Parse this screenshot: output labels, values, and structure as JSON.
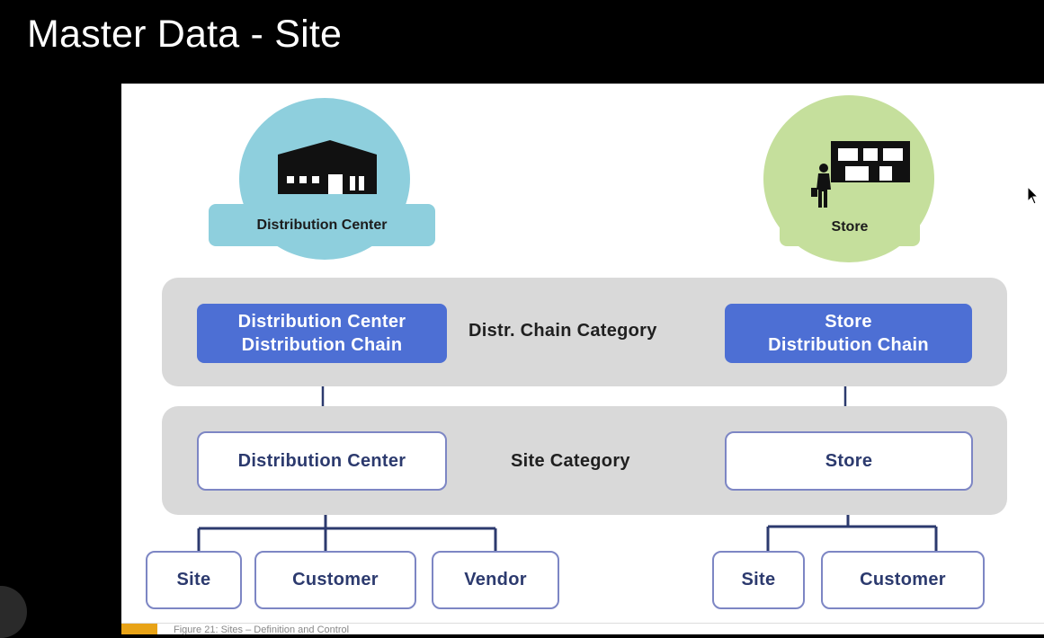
{
  "header": {
    "title": "Master Data - Site"
  },
  "diagram": {
    "top_icons": {
      "distribution_center": {
        "label": "Distribution Center",
        "color": "#8ecfdd"
      },
      "store": {
        "label": "Store",
        "color": "#c5df9c"
      }
    },
    "chain_band": {
      "label": "Distr. Chain Category",
      "left_line1": "Distribution Center",
      "left_line2": "Distribution Chain",
      "right_line1": "Store",
      "right_line2": "Distribution Chain"
    },
    "site_band": {
      "label": "Site Category",
      "left": "Distribution Center",
      "right": "Store"
    },
    "dc_children": [
      "Site",
      "Customer",
      "Vendor"
    ],
    "store_children": [
      "Site",
      "Customer"
    ]
  },
  "caption": {
    "text": "Figure 21: Sites – Definition and Control"
  },
  "colors": {
    "accent_blue": "#4d6fd4",
    "box_border": "#7d86c4",
    "band_gray": "#d9d9d9",
    "connector": "#2c3a6e"
  }
}
